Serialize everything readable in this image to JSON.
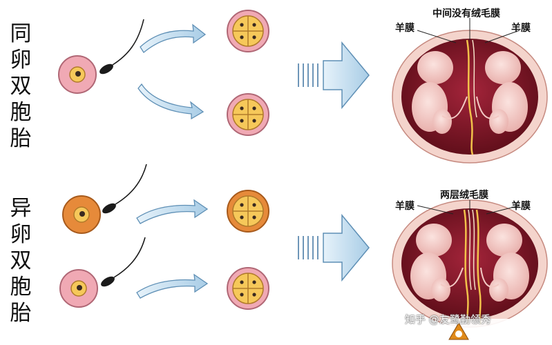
{
  "identical": {
    "title": "同卵双胞胎",
    "chorion_label": "中间没有绒毛膜",
    "amnion_left": "羊膜",
    "amnion_right": "羊膜"
  },
  "fraternal": {
    "title": "异卵双胞胎",
    "chorion_label": "两层绒毛膜",
    "amnion_left": "羊膜",
    "amnion_right": "羊膜"
  },
  "watermark": "知乎 @友鹭勤领秀",
  "colors": {
    "pink_egg": "#f0a9b4",
    "orange_egg": "#e68a3a",
    "cell_yellow": "#f6c85a",
    "arrow_blue": "#a9cde6",
    "uterus": "#7a1420",
    "fetus": "#f3c9c4"
  }
}
